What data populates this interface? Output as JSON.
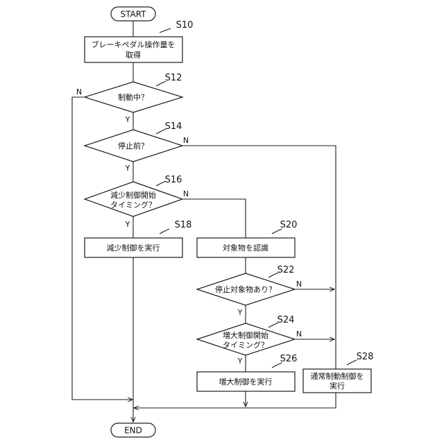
{
  "terminals": {
    "start": "START",
    "end": "END"
  },
  "steps": {
    "s10": {
      "id": "S10",
      "lines": [
        "ブレーキペダル操作量を",
        "取得"
      ]
    },
    "s12": {
      "id": "S12",
      "lines": [
        "制動中？"
      ]
    },
    "s14": {
      "id": "S14",
      "lines": [
        "停止前？"
      ]
    },
    "s16": {
      "id": "S16",
      "lines": [
        "減少制御開始",
        "タイミング？"
      ]
    },
    "s18": {
      "id": "S18",
      "lines": [
        "減少制御を実行"
      ]
    },
    "s20": {
      "id": "S20",
      "lines": [
        "対象物を認識"
      ]
    },
    "s22": {
      "id": "S22",
      "lines": [
        "停止対象物あり？"
      ]
    },
    "s24": {
      "id": "S24",
      "lines": [
        "増大制御開始",
        "タイミング？"
      ]
    },
    "s26": {
      "id": "S26",
      "lines": [
        "増大制御を実行"
      ]
    },
    "s28": {
      "id": "S28",
      "lines": [
        "通常制動制御を",
        "実行"
      ]
    }
  },
  "branches": {
    "yes": "Y",
    "no": "N"
  }
}
